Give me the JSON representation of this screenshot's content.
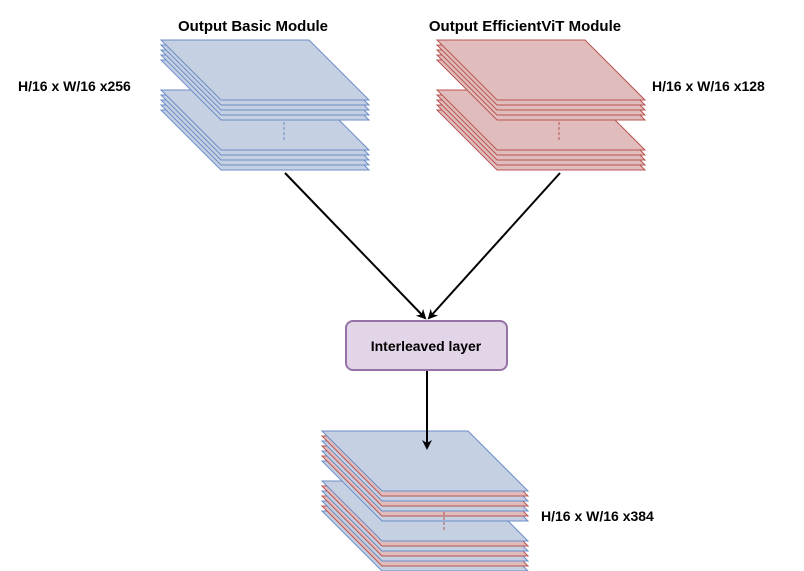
{
  "diagram": {
    "basic_module": {
      "title": "Output Basic Module",
      "dims": "H/16 x W/16 x256",
      "fill": "#c5d1e2",
      "stroke": "#6b8cc7"
    },
    "efficientvit_module": {
      "title": "Output EfficientViT Module",
      "dims": "H/16 x W/16 x128",
      "fill": "#e0bcbc",
      "stroke": "#b85450"
    },
    "interleaved": {
      "label": "Interleaved layer",
      "fill": "#e1d5e7",
      "stroke": "#9673a6"
    },
    "output": {
      "dims": "H/16 x W/16 x384"
    }
  }
}
